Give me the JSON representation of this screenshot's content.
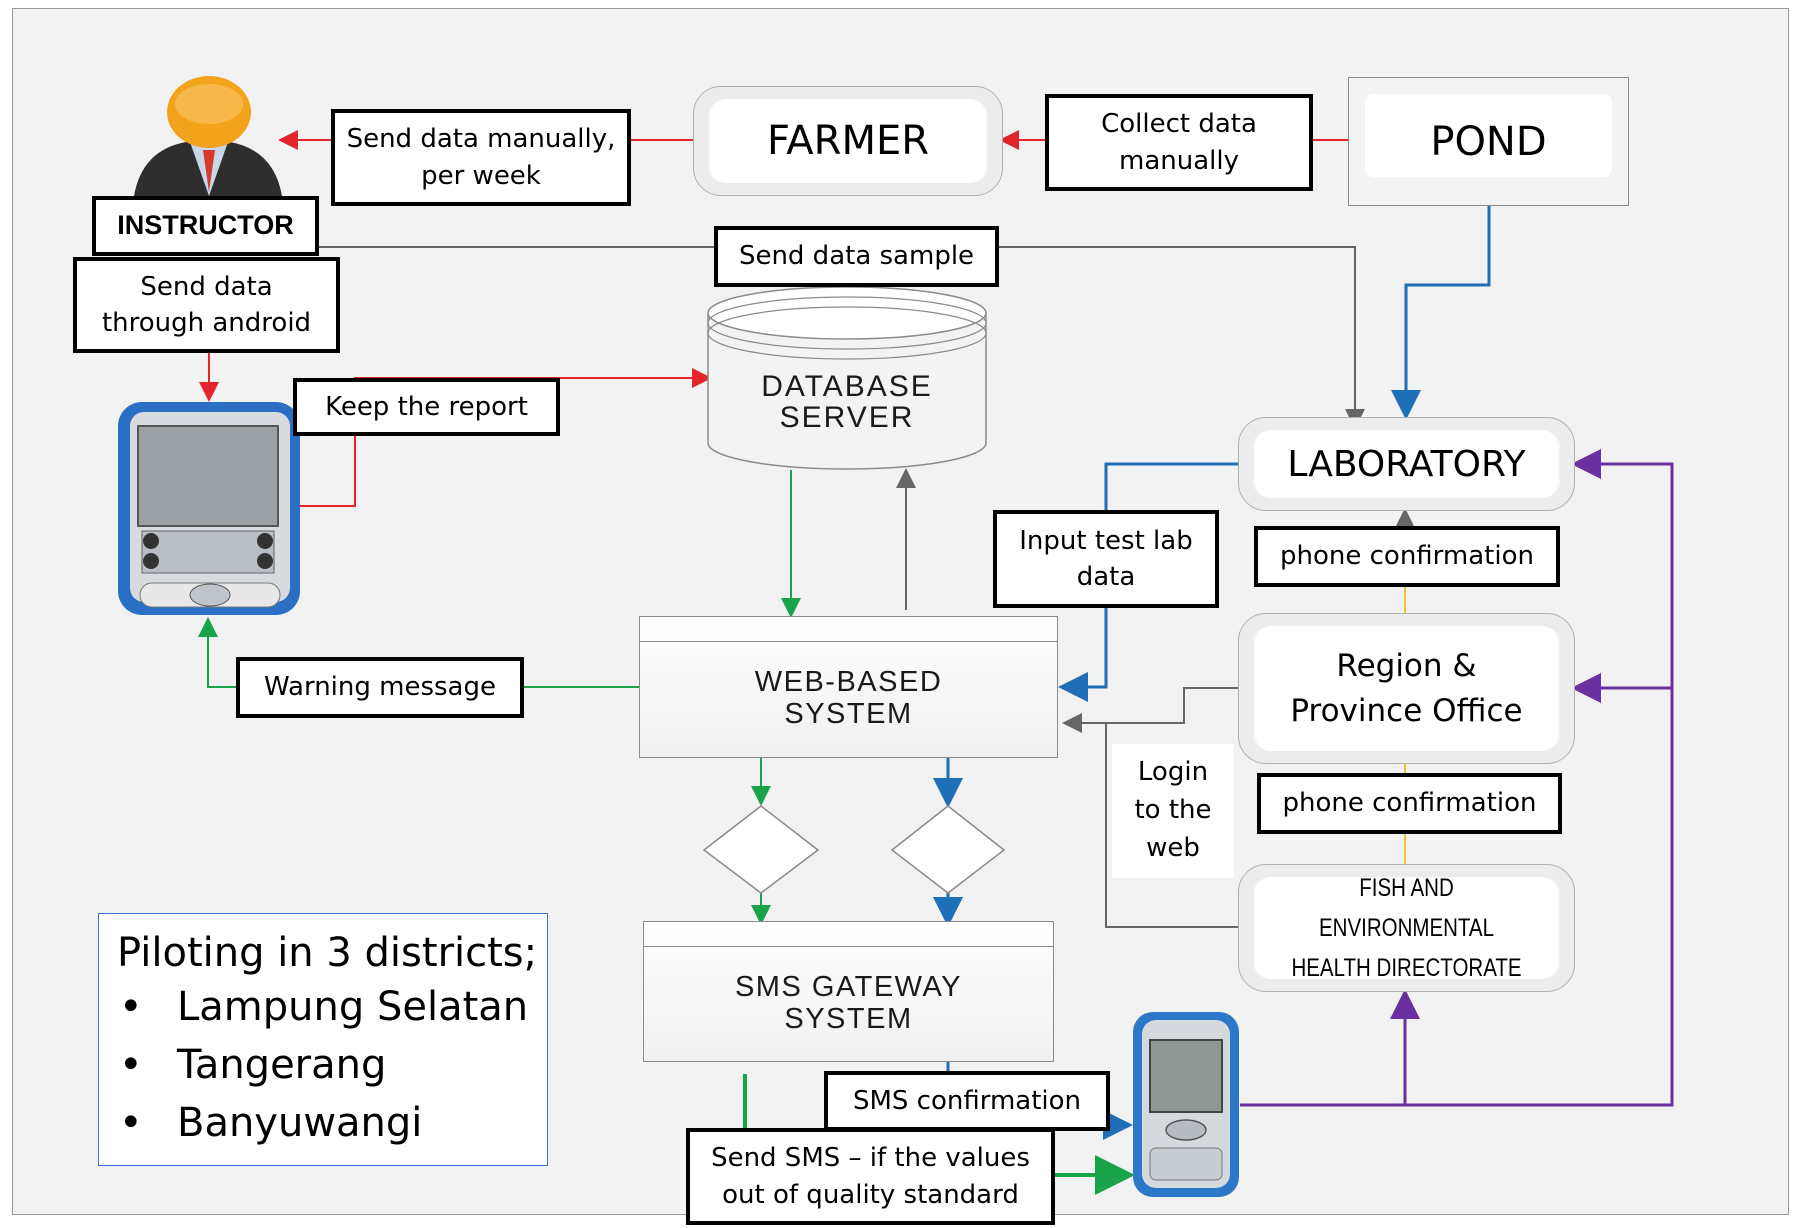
{
  "nodes": {
    "farmer": "FARMER",
    "pond": "POND",
    "instructor": "INSTRUCTOR",
    "database_server": "DATABASE\nSERVER",
    "laboratory": "LABORATORY",
    "web_based_system": "WEB-BASED\nSYSTEM",
    "region_province": "Region &\nProvince Office",
    "fish_directorate": "FISH AND ENVIRONMENTAL\nHEALTH DIRECTORATE",
    "sms_gateway": "SMS GATEWAY\nSYSTEM"
  },
  "labels": {
    "send_manually": "Send data manually,\nper week",
    "collect_manually": "Collect data\nmanually",
    "send_sample": "Send data sample",
    "send_android": "Send data\nthrough android",
    "keep_report": "Keep the report",
    "input_test_lab": "Input test lab\ndata",
    "phone_confirmation_1": "phone confirmation",
    "warning_message": "Warning message",
    "login_web": "Login\nto the\nweb",
    "phone_confirmation_2": "phone confirmation",
    "sms_confirmation": "SMS confirmation",
    "send_sms": "Send SMS – if the values\nout of quality standard"
  },
  "piloting": {
    "title": "Piloting in 3 districts;",
    "districts": [
      "Lampung Selatan",
      "Tangerang",
      "Banyuwangi"
    ]
  },
  "colors": {
    "red": "#e3262b",
    "blue": "#1f6fb8",
    "green": "#19a34a",
    "gray": "#666666",
    "purple": "#6a2fa0",
    "yellow": "#f2c12e"
  }
}
